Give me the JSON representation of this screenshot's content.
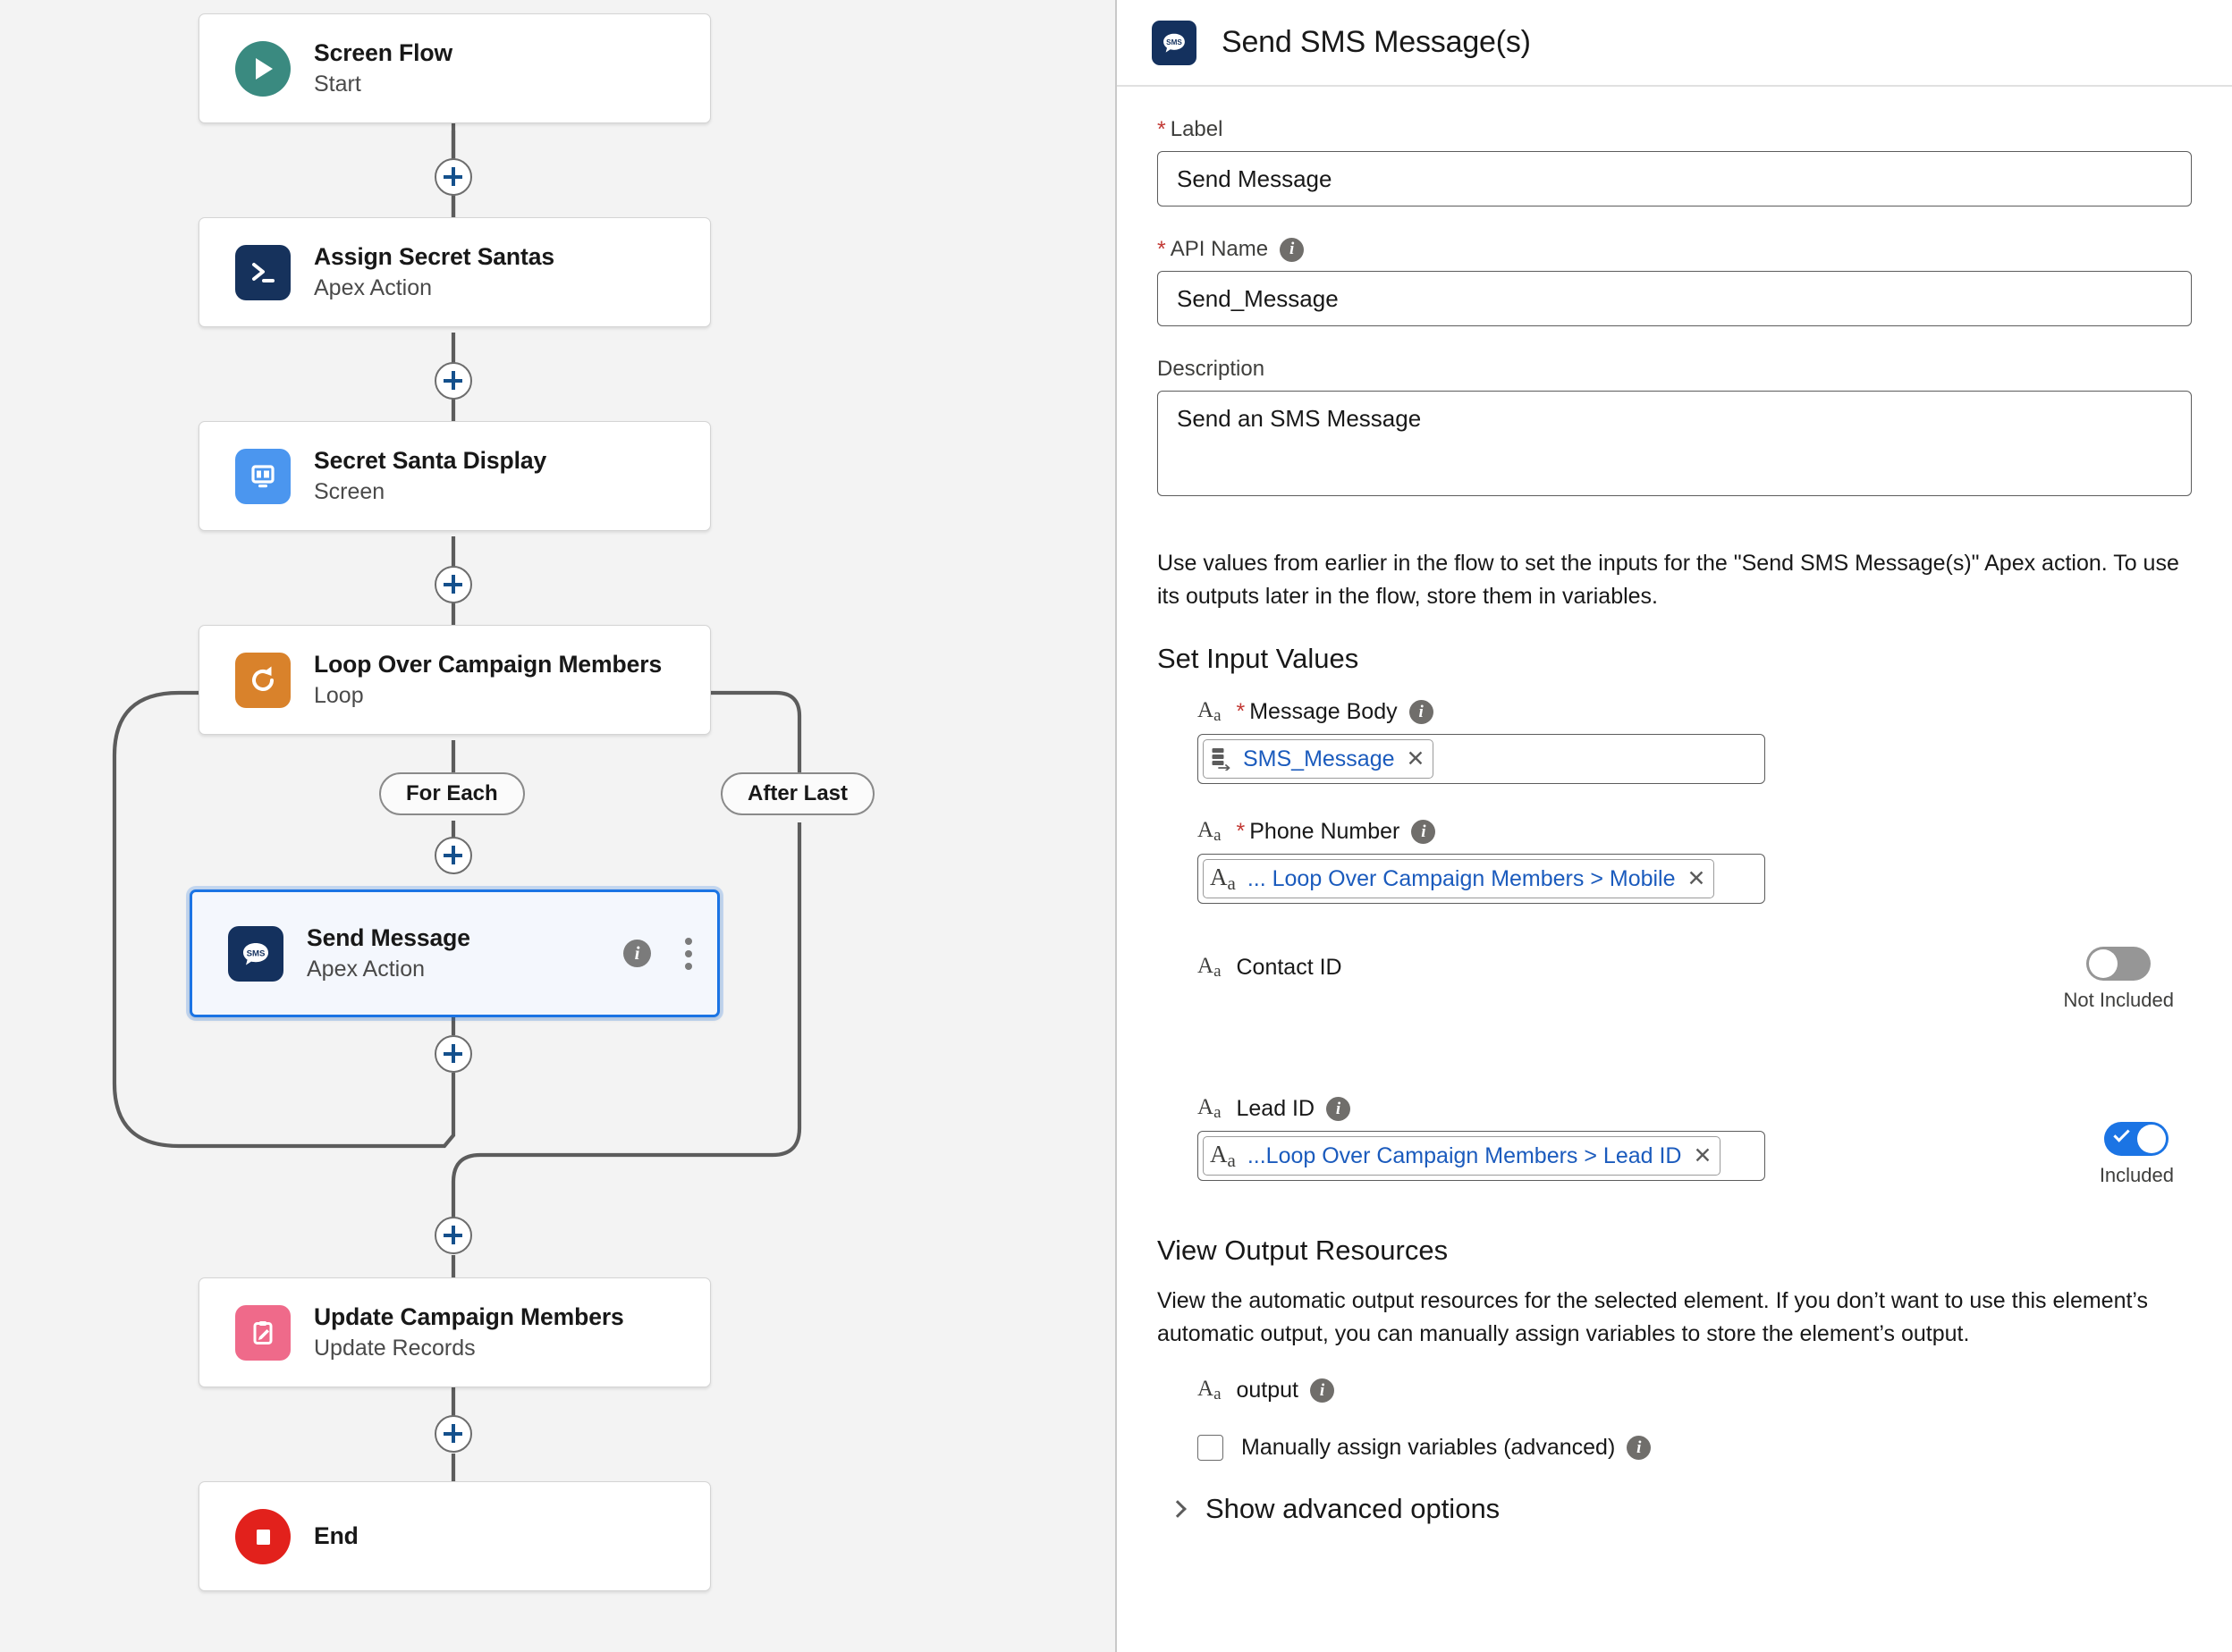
{
  "canvas": {
    "nodes": [
      {
        "id": "start",
        "title": "Screen Flow",
        "subtitle": "Start",
        "icon": "play-icon",
        "icon_color": "#3a8a80",
        "shape": "round"
      },
      {
        "id": "apex1",
        "title": "Assign Secret Santas",
        "subtitle": "Apex Action",
        "icon": "apex-terminal-icon",
        "icon_color": "#16325c",
        "shape": "square"
      },
      {
        "id": "screen",
        "title": "Secret Santa Display",
        "subtitle": "Screen",
        "icon": "screen-icon",
        "icon_color": "#4b96ef",
        "shape": "square"
      },
      {
        "id": "loop",
        "title": "Loop Over Campaign Members",
        "subtitle": "Loop",
        "icon": "loop-refresh-icon",
        "icon_color": "#d9822b",
        "shape": "square"
      },
      {
        "id": "send",
        "title": "Send Message",
        "subtitle": "Apex Action",
        "icon": "sms-bubble-icon",
        "icon_color": "#14315e",
        "shape": "square",
        "selected": true
      },
      {
        "id": "update",
        "title": "Update Campaign Members",
        "subtitle": "Update Records",
        "icon": "clipboard-pencil-icon",
        "icon_color": "#ef6a8a",
        "shape": "square"
      },
      {
        "id": "end",
        "title": "End",
        "subtitle": "",
        "icon": "stop-square-icon",
        "icon_color": "#e2211c",
        "shape": "round"
      }
    ],
    "branch_labels": {
      "for_each": "For Each",
      "after_last": "After Last"
    },
    "node_actions": {
      "info": "i",
      "menu": "node-options"
    },
    "accent_selected": "#1b74e4"
  },
  "panel": {
    "header": {
      "title": "Send SMS Message(s)",
      "icon": "sms-bubble-icon"
    },
    "label_field": {
      "label": "Label",
      "required": true,
      "value": "Send Message",
      "has_info": false
    },
    "api_name_field": {
      "label": "API Name",
      "required": true,
      "value": "Send_Message",
      "has_info": true
    },
    "description_field": {
      "label": "Description",
      "required": false,
      "value": "Send an SMS Message",
      "has_info": false
    },
    "help_text": "Use values from earlier in the flow to set the inputs for the \"Send SMS Message(s)\" Apex action. To use its outputs later in the flow, store them in variables.",
    "set_input_values_heading": "Set Input Values",
    "inputs": [
      {
        "name": "Message Body",
        "required": true,
        "has_info": true,
        "type_icon": "text-type-icon",
        "pill": {
          "text": "SMS_Message",
          "icon": "variable-record-icon",
          "remove": "✕"
        },
        "toggle": null
      },
      {
        "name": "Phone Number",
        "required": true,
        "has_info": true,
        "type_icon": "text-type-icon",
        "pill": {
          "text": "... Loop Over Campaign Members > Mobile",
          "icon": "text-type-icon",
          "remove": "✕"
        },
        "toggle": null
      },
      {
        "name": "Contact ID",
        "required": false,
        "has_info": false,
        "type_icon": "text-type-icon",
        "pill": null,
        "toggle": {
          "state": "off",
          "label": "Not Included"
        }
      },
      {
        "name": "Lead ID",
        "required": false,
        "has_info": true,
        "type_icon": "text-type-icon",
        "pill": {
          "text": "...Loop Over Campaign Members > Lead ID",
          "icon": "text-type-icon",
          "remove": "✕"
        },
        "toggle": {
          "state": "on",
          "label": "Included"
        }
      }
    ],
    "output": {
      "heading": "View Output Resources",
      "description": "View the automatic output resources for the selected element. If you don’t want to use this element’s automatic output, you can manually assign variables to store the element’s output.",
      "resource_name": "output",
      "checkbox_label": "Manually assign variables (advanced)",
      "checkbox_checked": false
    },
    "advanced_options_label": "Show advanced options"
  }
}
